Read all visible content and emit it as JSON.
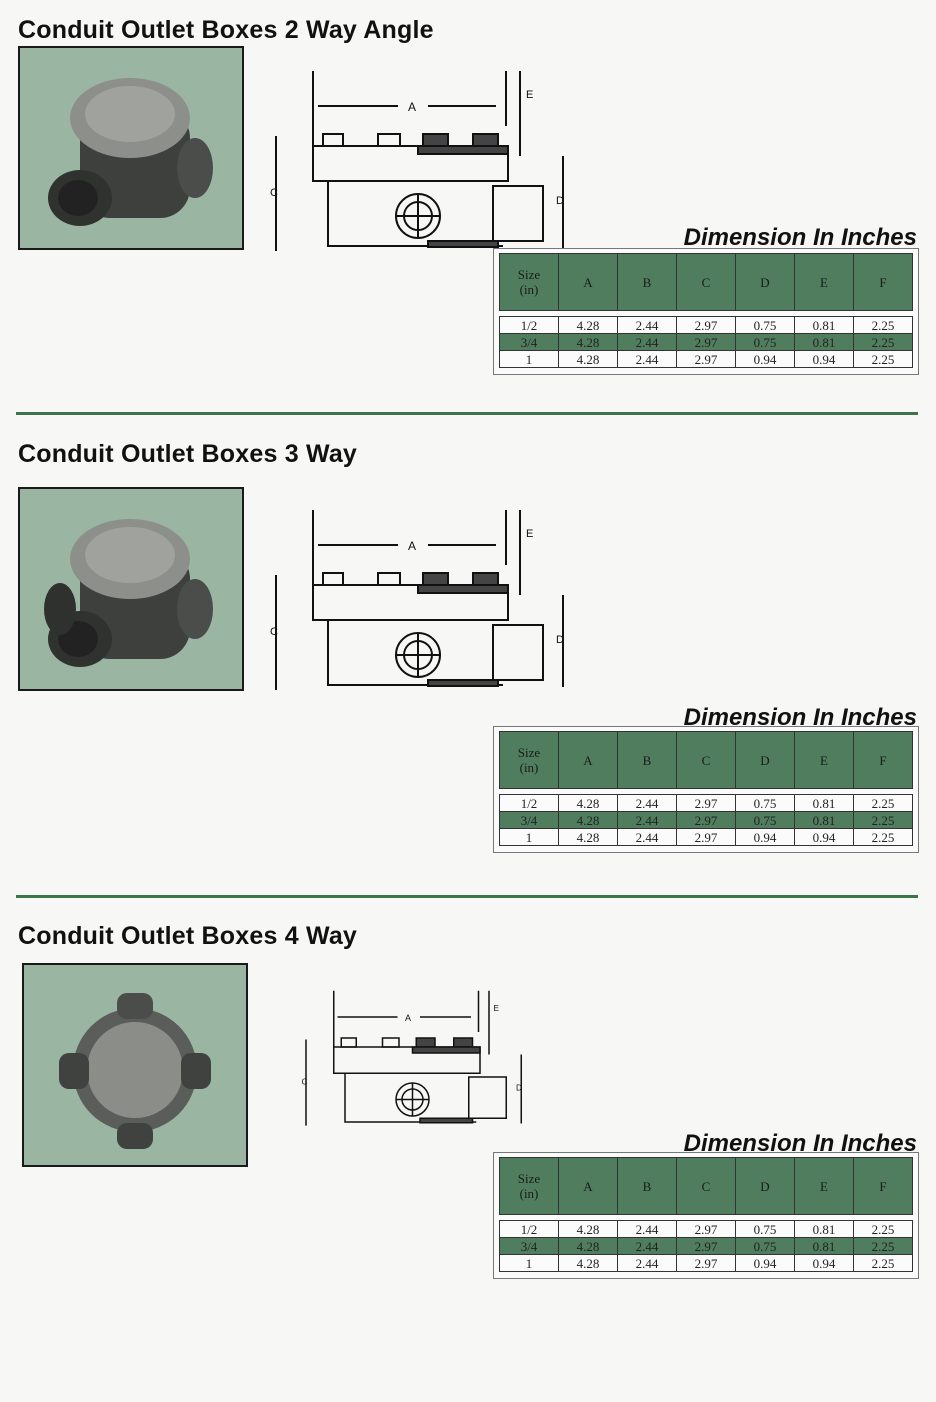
{
  "sections": [
    {
      "title": "Conduit Outlet Boxes 2 Way Angle",
      "dimension_title": "Dimension In Inches",
      "variant": "2-way-angle"
    },
    {
      "title": "Conduit Outlet Boxes 3 Way",
      "dimension_title": "Dimension In Inches",
      "variant": "3-way"
    },
    {
      "title": "Conduit Outlet Boxes 4 Way",
      "dimension_title": "Dimension In Inches",
      "variant": "4-way"
    }
  ],
  "table": {
    "headers": [
      "Size\n(in)",
      "A",
      "B",
      "C",
      "D",
      "E",
      "F"
    ],
    "rows": [
      [
        "1/2",
        "4.28",
        "2.44",
        "2.97",
        "0.75",
        "0.81",
        "2.25"
      ],
      [
        "3/4",
        "4.28",
        "2.44",
        "2.97",
        "0.75",
        "0.81",
        "2.25"
      ],
      [
        "1",
        "4.28",
        "2.44",
        "2.97",
        "0.94",
        "0.94",
        "2.25"
      ]
    ]
  },
  "drawing_labels": {
    "a": "A",
    "c": "C",
    "d": "D",
    "e": "E"
  },
  "colors": {
    "header_green": "#4f7d5e",
    "photo_bg": "#9bb5a3",
    "divider": "#3e7449"
  }
}
